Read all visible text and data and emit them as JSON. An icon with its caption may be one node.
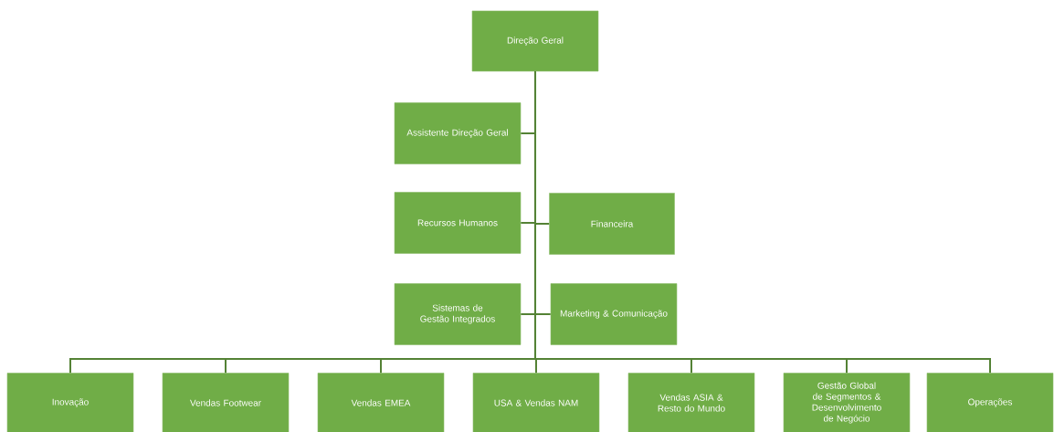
{
  "diagram": {
    "nodes": [
      {
        "text": [
          "Direção Geral"
        ]
      },
      {
        "text": [
          "Assistente Direção Geral"
        ]
      },
      {
        "text": [
          "Recursos Humanos"
        ]
      },
      {
        "text": [
          "Financeira"
        ]
      },
      {
        "text": [
          "Sistemas de Gestão Integrados"
        ]
      },
      {
        "text": [
          "Marketing & Comunicação"
        ]
      },
      {
        "text": [
          "Inovação"
        ]
      },
      {
        "text": [
          "Vendas Footwear"
        ]
      },
      {
        "text": [
          "Vendas EMEA"
        ]
      },
      {
        "text": [
          "USA & Vendas NAM"
        ]
      },
      {
        "text": [
          "Vendas ASIA & Resto do Mundo"
        ]
      },
      {
        "text": [
          "Gestão Global de Segmentos & Desenvolvimento de Negócio"
        ]
      },
      {
        "text": [
          "Operações"
        ]
      }
    ],
    "edges": [
      {
        "from": 0,
        "to": 1,
        "arrow": "none"
      },
      {
        "from": 0,
        "to": 2,
        "arrow": "none"
      },
      {
        "from": 0,
        "to": 3,
        "arrow": "none"
      },
      {
        "from": 0,
        "to": 4,
        "arrow": "none"
      },
      {
        "from": 0,
        "to": 5,
        "arrow": "none"
      },
      {
        "from": 0,
        "to": 6,
        "arrow": "none"
      },
      {
        "from": 0,
        "to": 7,
        "arrow": "none"
      },
      {
        "from": 0,
        "to": 8,
        "arrow": "none"
      },
      {
        "from": 0,
        "to": 9,
        "arrow": "none"
      },
      {
        "from": 0,
        "to": 10,
        "arrow": "none"
      },
      {
        "from": 0,
        "to": 11,
        "arrow": "none"
      },
      {
        "from": 0,
        "to": 12,
        "arrow": "none"
      }
    ]
  }
}
